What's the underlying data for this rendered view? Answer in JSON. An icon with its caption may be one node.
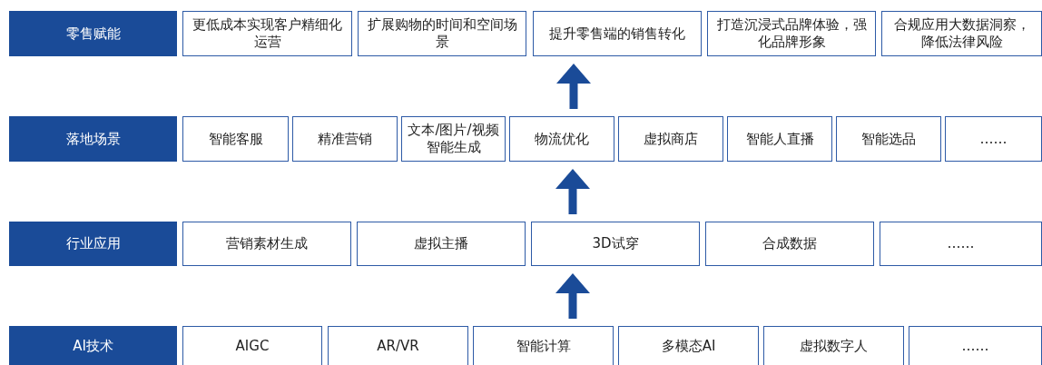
{
  "diagram": {
    "nodes": [
      {
        "text": [
          "零售赋能"
        ]
      },
      {
        "text": [
          "更低成本实现客户精细化运营"
        ]
      },
      {
        "text": [
          "扩展购物的时间和空间场景"
        ]
      },
      {
        "text": [
          "提升零售端的销售转化"
        ]
      },
      {
        "text": [
          "打造沉浸式品牌体验，强化品牌形象"
        ]
      },
      {
        "text": [
          "合规应用大数据洞察，降低法律风险"
        ]
      },
      {
        "text": [
          "落地场景"
        ]
      },
      {
        "text": [
          "智能客服"
        ]
      },
      {
        "text": [
          "精准营销"
        ]
      },
      {
        "text": [
          "文本/图片/视频智能生成"
        ]
      },
      {
        "text": [
          "物流优化"
        ]
      },
      {
        "text": [
          "虚拟商店"
        ]
      },
      {
        "text": [
          "智能人直播"
        ]
      },
      {
        "text": [
          "智能选品"
        ]
      },
      {
        "text": [
          "……"
        ]
      },
      {
        "text": [
          "行业应用"
        ]
      },
      {
        "text": [
          "营销素材生成"
        ]
      },
      {
        "text": [
          "虚拟主播"
        ]
      },
      {
        "text": [
          "3D试穿"
        ]
      },
      {
        "text": [
          "合成数据"
        ]
      },
      {
        "text": [
          "……"
        ]
      },
      {
        "text": [
          "AI技术"
        ]
      },
      {
        "text": [
          "AIGC"
        ]
      },
      {
        "text": [
          "AR/VR"
        ]
      },
      {
        "text": [
          "智能计算"
        ]
      },
      {
        "text": [
          "多模态AI"
        ]
      },
      {
        "text": [
          "虚拟数字人"
        ]
      },
      {
        "text": [
          "……"
        ]
      }
    ],
    "edges": [
      {
        "from": 24,
        "to": 18,
        "arrow": "to"
      },
      {
        "from": 18,
        "to": 10,
        "arrow": "to"
      },
      {
        "from": 10,
        "to": 3,
        "arrow": "to"
      }
    ]
  }
}
